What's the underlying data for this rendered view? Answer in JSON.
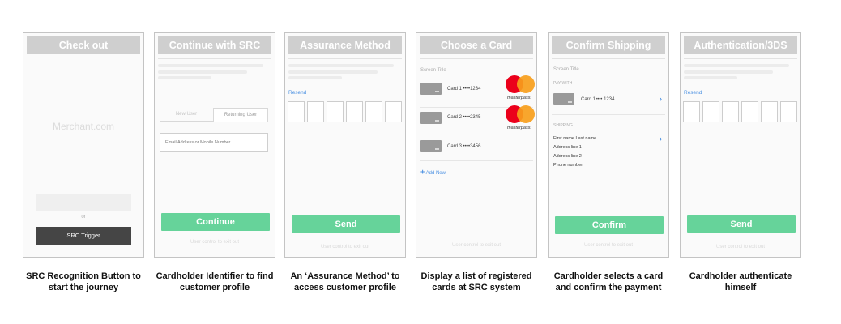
{
  "screens": [
    {
      "header": "Check out",
      "merchant_text": "Merchant.com",
      "trigger_label": "SRC Trigger",
      "or_label": "or",
      "footer": "",
      "caption": "SRC Recognition Button to start the journey"
    },
    {
      "header": "Continue with SRC",
      "tab_new": "New User",
      "tab_returning": "Returning User",
      "input_placeholder": "Email Address or Mobile Number",
      "button": "Continue",
      "footer": "User control to exit out",
      "caption": "Cardholder Identifier to find customer profile"
    },
    {
      "header": "Assurance Method",
      "resend": "Resend",
      "button": "Send",
      "footer": "User control to exit out",
      "caption": "An ‘Assurance Method’ to access customer profile"
    },
    {
      "header": "Choose a Card",
      "screen_title": "Screen Title",
      "cards": [
        "Card 1 ••••1234",
        "Card 2 ••••2345",
        "Card 3 ••••3456"
      ],
      "brand": "masterpass.",
      "add_new": "Add New",
      "footer": "User control to exit out",
      "caption": "Display a list of registered cards at SRC system"
    },
    {
      "header": "Confirm Shipping",
      "screen_title": "Screen Title",
      "pay_with": "PAY WITH",
      "card": "Card 1•••• 1234",
      "shipping": "SHIPPING",
      "address": [
        "First name Last name",
        "Address line 1",
        "Address line 2",
        "Phone number"
      ],
      "button": "Confirm",
      "footer": "User control to exit out",
      "caption": "Cardholder selects a card and confirm the payment"
    },
    {
      "header": "Authentication/3DS",
      "resend": "Resend",
      "button": "Send",
      "footer": "User control to exit out",
      "caption": "Cardholder authenticate himself"
    }
  ],
  "colors": {
    "accent_green": "#66d39a",
    "link_blue": "#4a90e2",
    "header_grey": "#cfcfcf"
  },
  "icons": {
    "chevron": "›",
    "plus": "+"
  }
}
